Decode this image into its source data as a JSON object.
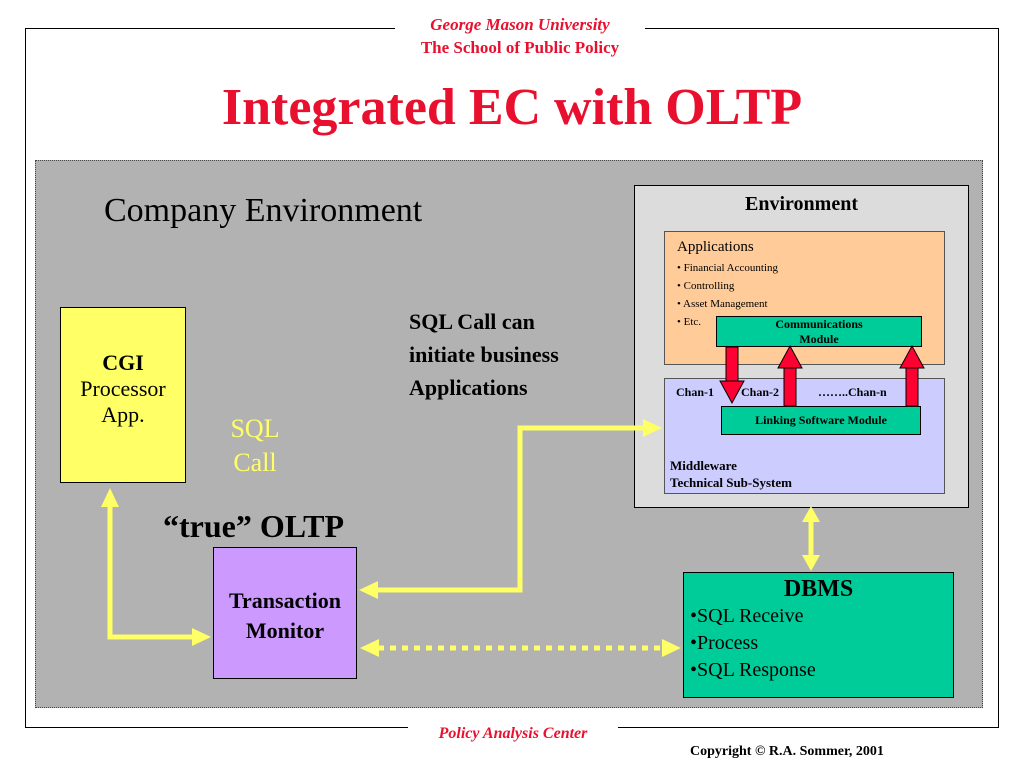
{
  "header": {
    "university": "George Mason University",
    "school": "The School of Public Policy",
    "title": "Integrated EC with OLTP"
  },
  "diagram": {
    "company_label": "Company Environment",
    "cgi": {
      "line1": "CGI",
      "line2": "Processor",
      "line3": "App."
    },
    "sql_call_line1": "SQL",
    "sql_call_line2": "Call",
    "true_oltp": "“true” OLTP",
    "transaction_monitor": {
      "line1": "Transaction",
      "line2": "Monitor"
    },
    "sql_call_note": {
      "line1": "SQL Call can",
      "line2": "initiate business",
      "line3": "Applications"
    },
    "environment": {
      "title": "Environment",
      "applications": {
        "heading": "Applications",
        "items": [
          "• Financial Accounting",
          "• Controlling",
          "• Asset Management",
          "• Etc."
        ]
      },
      "communications_module": {
        "line1": "Communications",
        "line2": "Module"
      },
      "channels": {
        "chan1": "Chan-1",
        "chan2": "Chan-2",
        "chann": "……..Chan-n"
      },
      "linking_module": "Linking Software Module",
      "middleware": {
        "line1": "Middleware",
        "line2": "Technical Sub-System"
      }
    },
    "dbms": {
      "title": "DBMS",
      "items": [
        "•SQL Receive",
        "•Process",
        "•SQL Response"
      ]
    }
  },
  "footer": {
    "center": "Policy Analysis Center",
    "copyright": "Copyright © R.A. Sommer, 2001"
  },
  "colors": {
    "title_red": "#e8102e",
    "arrow_yellow": "#ffff66",
    "arrow_red": "#ff0033",
    "cgi_fill": "#ffff66",
    "tm_fill": "#cc99ff",
    "dbms_fill": "#00cc99"
  }
}
